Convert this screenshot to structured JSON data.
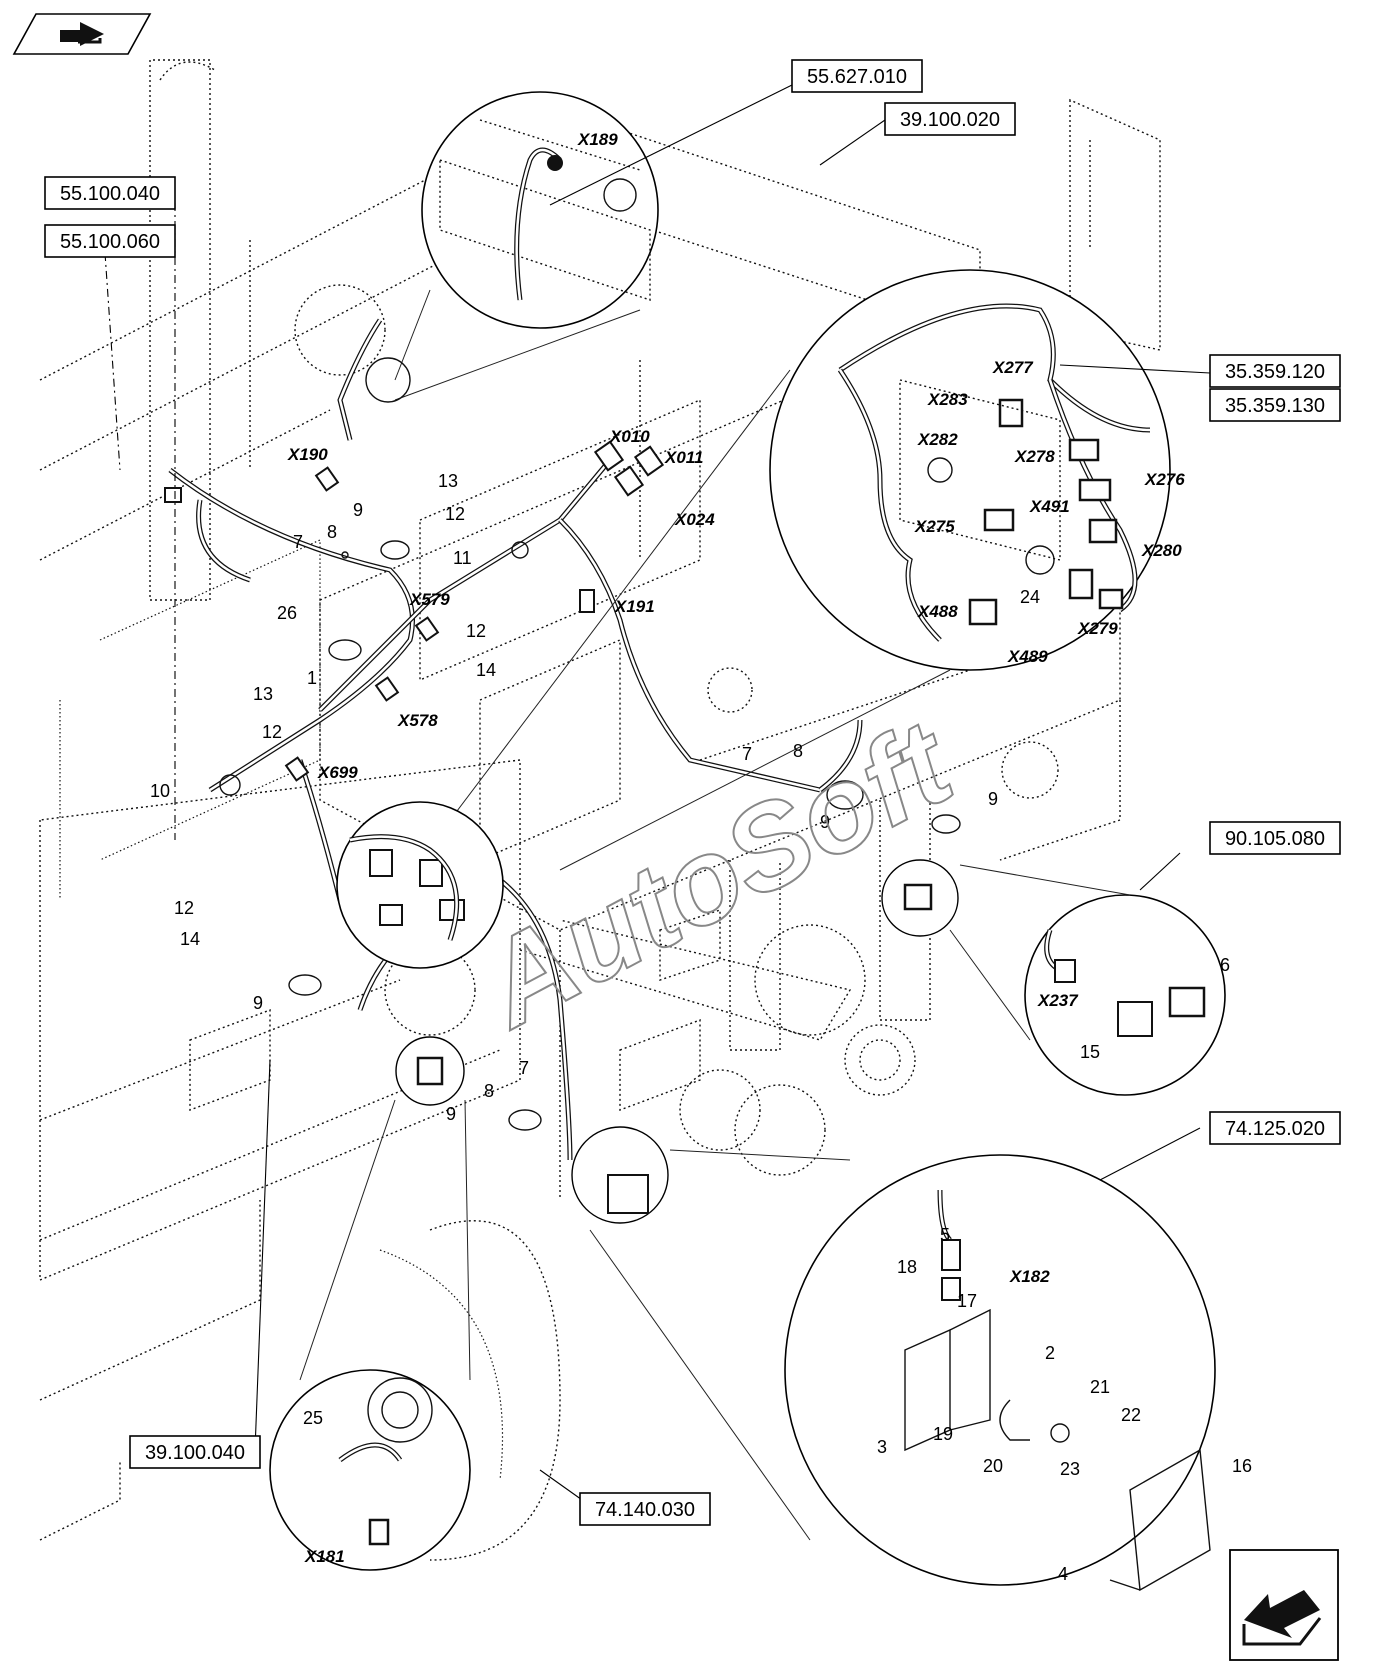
{
  "nav": {
    "prev_icon": "return-arrow-icon",
    "next_icon": "next-arrow-icon"
  },
  "watermark": "AutoSoft",
  "references": [
    {
      "id": "r1",
      "label": "55.627.010"
    },
    {
      "id": "r2",
      "label": "39.100.020"
    },
    {
      "id": "r3",
      "label": "55.100.040"
    },
    {
      "id": "r4",
      "label": "55.100.060"
    },
    {
      "id": "r5",
      "label": "35.359.120"
    },
    {
      "id": "r6",
      "label": "35.359.130"
    },
    {
      "id": "r7",
      "label": "90.105.080"
    },
    {
      "id": "r8",
      "label": "74.125.020"
    },
    {
      "id": "r9",
      "label": "39.100.040"
    },
    {
      "id": "r10",
      "label": "74.140.030"
    }
  ],
  "connectors": [
    "X189",
    "X190",
    "X010",
    "X011",
    "X024",
    "X579",
    "X191",
    "X578",
    "X699",
    "X277",
    "X283",
    "X282",
    "X278",
    "X276",
    "X491",
    "X275",
    "X280",
    "X488",
    "X489",
    "X279",
    "X237",
    "X182",
    "X181"
  ],
  "item_numbers": [
    "1",
    "2",
    "3",
    "4",
    "5",
    "6",
    "7",
    "8",
    "9",
    "10",
    "11",
    "12",
    "13",
    "14",
    "15",
    "16",
    "17",
    "18",
    "19",
    "20",
    "21",
    "22",
    "23",
    "24",
    "25",
    "26"
  ]
}
